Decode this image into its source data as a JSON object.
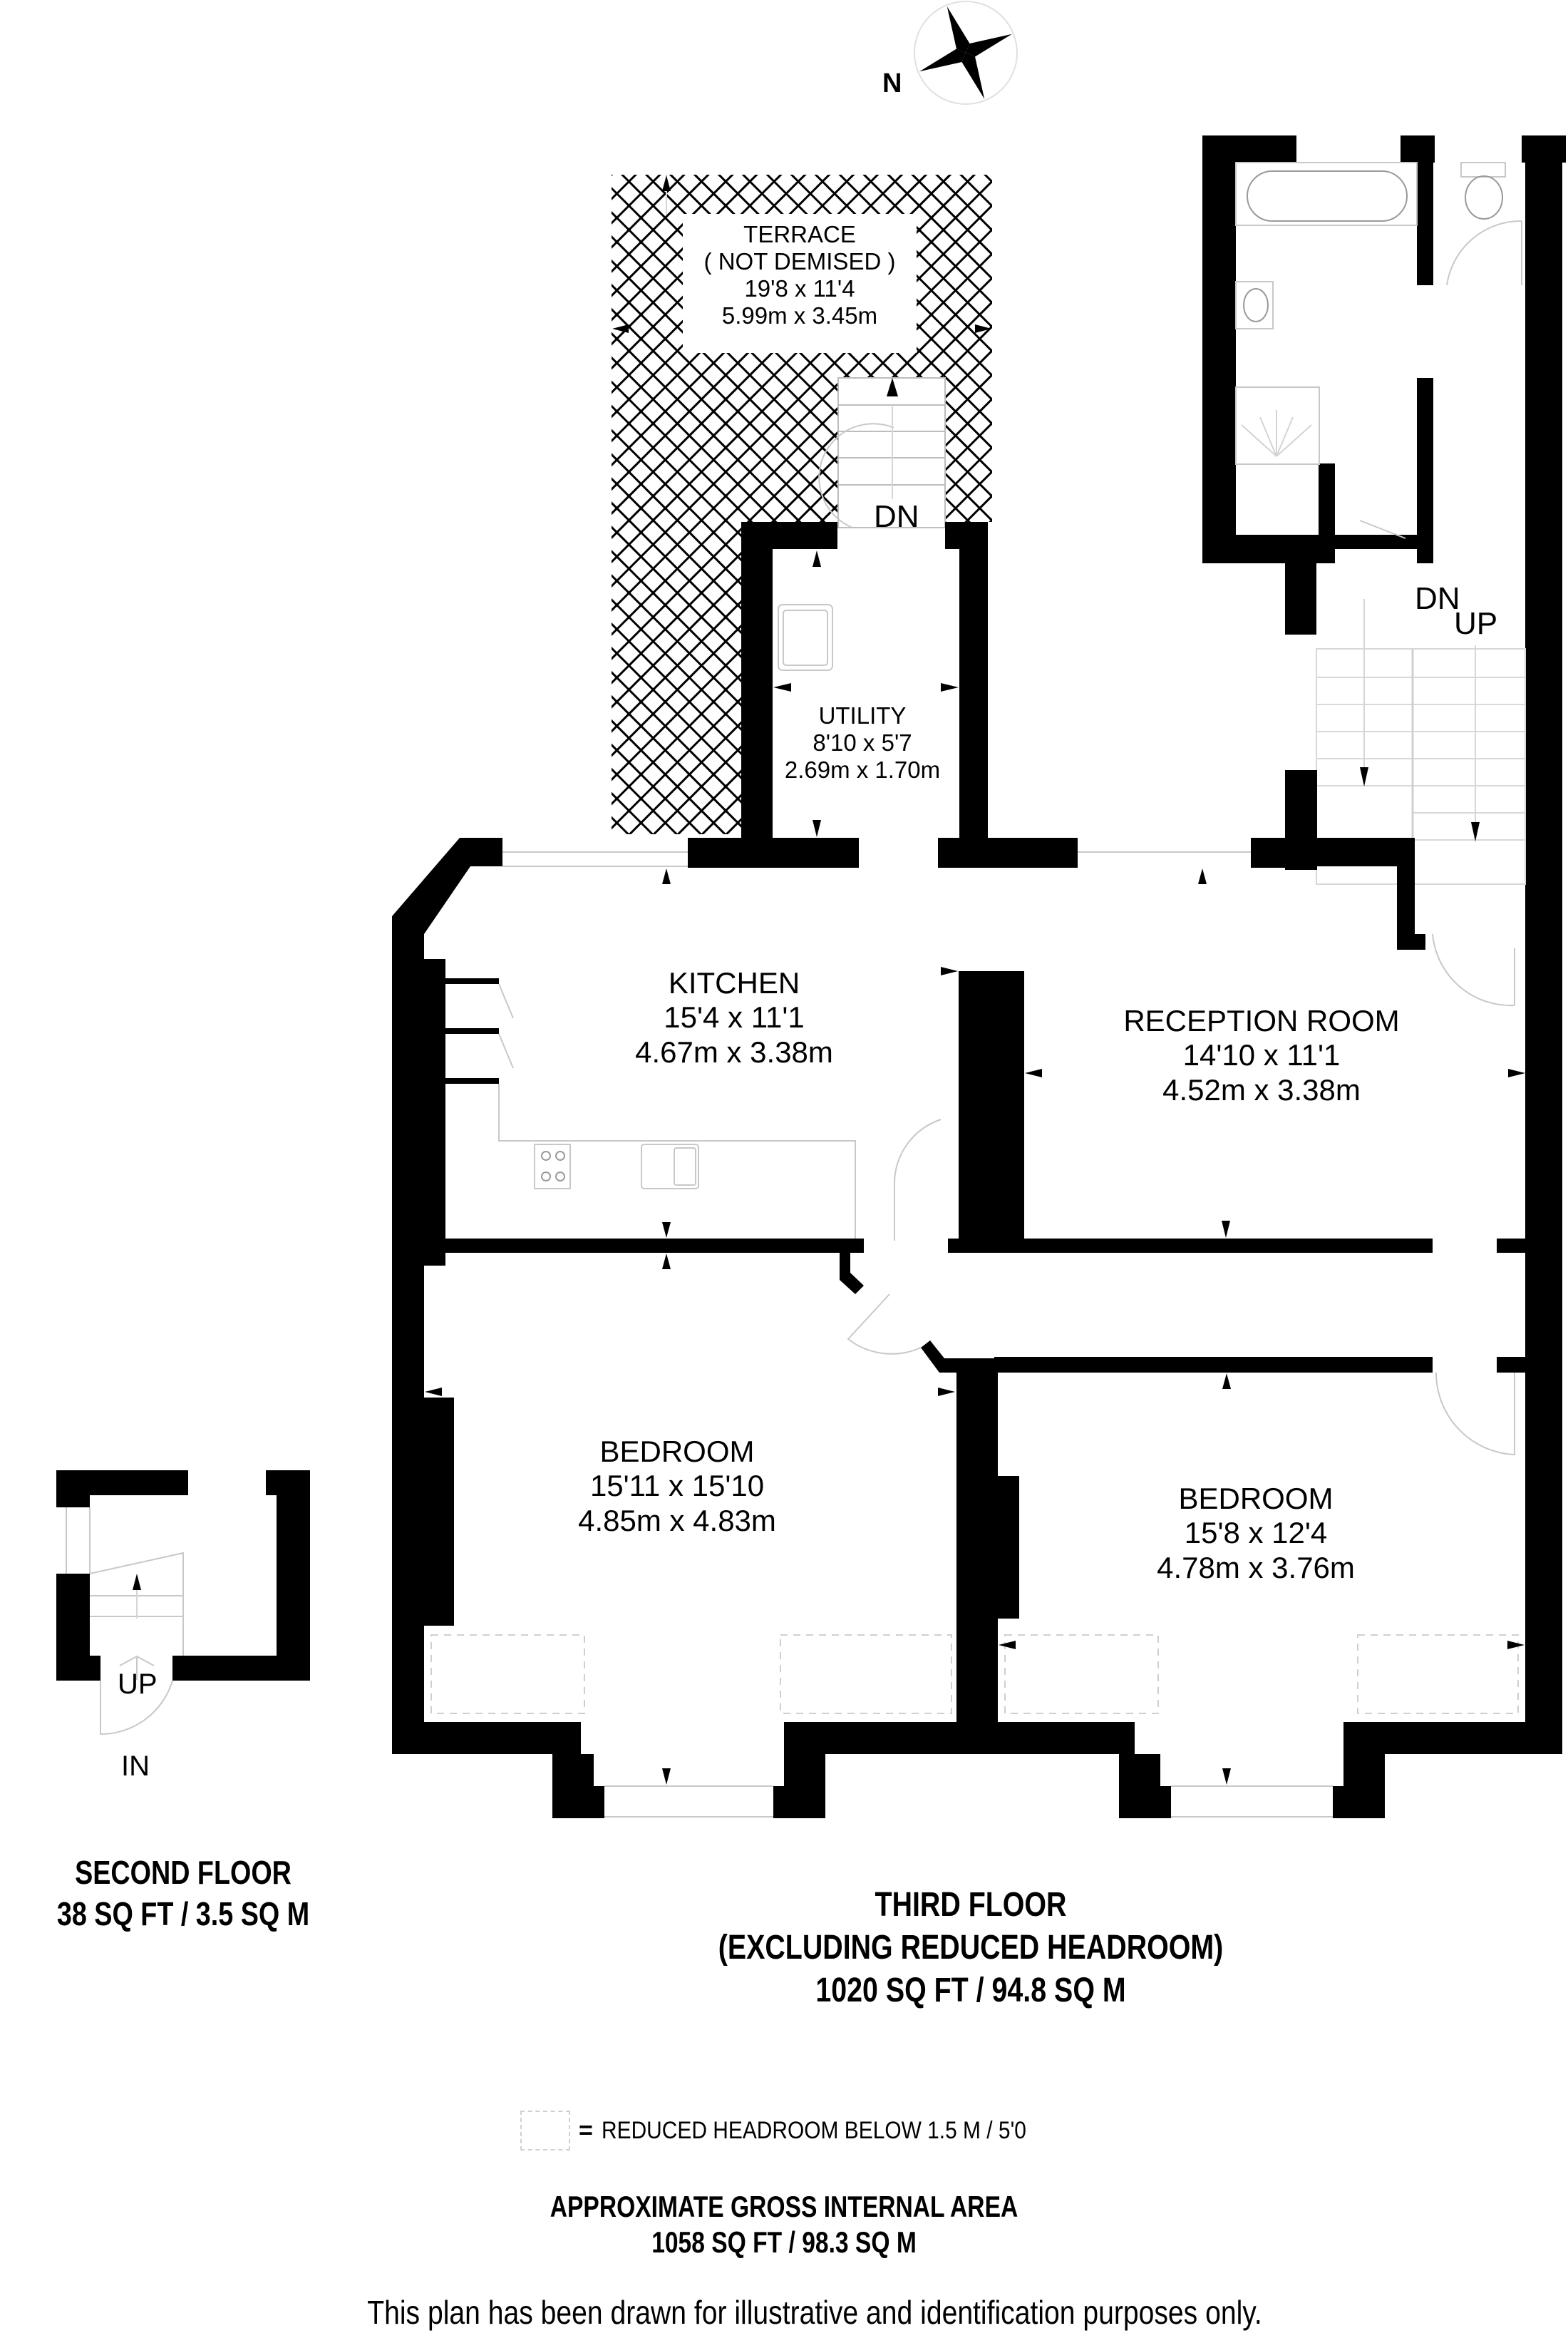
{
  "compass": {
    "north_label": "N",
    "icon": "compass-rose-icon"
  },
  "rooms": {
    "terrace": {
      "name": "TERRACE",
      "note": "( NOT DEMISED )",
      "imperial": "19'8 x 11'4",
      "metric": "5.99m x 3.45m"
    },
    "utility": {
      "name": "UTILITY",
      "imperial": "8'10 x 5'7",
      "metric": "2.69m x 1.70m"
    },
    "kitchen": {
      "name": "KITCHEN",
      "imperial": "15'4 x 11'1",
      "metric": "4.67m x 3.38m"
    },
    "reception": {
      "name": "RECEPTION ROOM",
      "imperial": "14'10 x 11'1",
      "metric": "4.52m x 3.38m"
    },
    "bedroom_1": {
      "name": "BEDROOM",
      "imperial": "15'11 x 15'10",
      "metric": "4.85m x 4.83m"
    },
    "bedroom_2": {
      "name": "BEDROOM",
      "imperial": "15'8 x 12'4",
      "metric": "4.78m x 3.76m"
    }
  },
  "stair_labels": {
    "terrace_stair": "DN",
    "main_stair_down": "DN",
    "main_stair_up": "UP",
    "second_floor_up": "UP",
    "second_floor_in": "IN"
  },
  "floors": {
    "second": {
      "title": "SECOND FLOOR",
      "area": "38 SQ FT / 3.5 SQ M"
    },
    "third": {
      "title": "THIRD FLOOR",
      "subtitle": "(EXCLUDING REDUCED HEADROOM)",
      "area": "1020 SQ FT / 94.8 SQ M"
    }
  },
  "legend": {
    "symbol": "=",
    "text": "REDUCED HEADROOM BELOW 1.5 M / 5'0"
  },
  "gross_internal_area": {
    "title": "APPROXIMATE GROSS INTERNAL AREA",
    "area": "1058 SQ FT / 98.3 SQ M"
  },
  "disclaimer": "This plan has been drawn for illustrative and identification purposes only.",
  "colors": {
    "wall": "#000000",
    "fixture_line": "#c8c8c8",
    "background": "#ffffff"
  }
}
